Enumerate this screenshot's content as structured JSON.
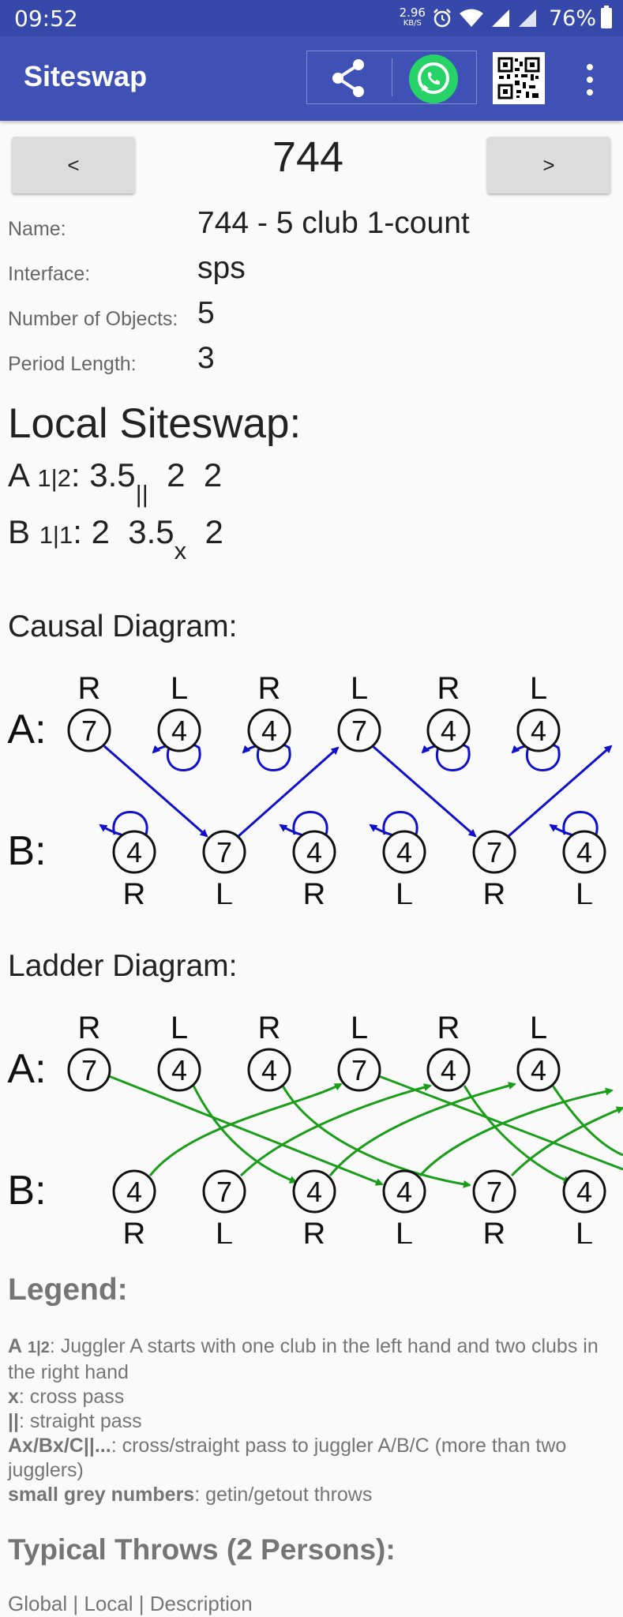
{
  "status_bar": {
    "time": "09:52",
    "speed_value": "2.96",
    "speed_unit": "KB/S",
    "battery": "76%"
  },
  "app_bar": {
    "title": "Siteswap",
    "icons": [
      "share-icon",
      "whatsapp-icon",
      "qr-code-icon",
      "more-vert-icon"
    ],
    "whatsapp_color": "#25d366"
  },
  "nav": {
    "prev_label": "<",
    "next_label": ">",
    "siteswap": "744"
  },
  "info": {
    "name_label": "Name:",
    "name_value": "744 - 5 club 1-count",
    "interface_label": "Interface:",
    "interface_value": "sps",
    "objects_label": "Number of Objects:",
    "objects_value": "5",
    "period_label": "Period Length:",
    "period_value": "3"
  },
  "local": {
    "heading": "Local Siteswap:",
    "rows": [
      {
        "juggler": "A",
        "hands": "1|2",
        "throws": [
          {
            "value": "3.5",
            "sub": "||"
          },
          {
            "value": "2",
            "sub": ""
          },
          {
            "value": "2",
            "sub": ""
          }
        ]
      },
      {
        "juggler": "B",
        "hands": "1|1",
        "throws": [
          {
            "value": "2",
            "sub": ""
          },
          {
            "value": "3.5",
            "sub": "x"
          },
          {
            "value": "2",
            "sub": ""
          }
        ]
      }
    ]
  },
  "causal": {
    "heading": "Causal Diagram:",
    "row_a_label": "A:",
    "row_b_label": "B:",
    "a_hands": [
      "R",
      "L",
      "R",
      "L",
      "R",
      "L"
    ],
    "a_nodes": [
      "7",
      "4",
      "4",
      "7",
      "4",
      "4"
    ],
    "b_nodes": [
      "4",
      "7",
      "4",
      "4",
      "7",
      "4"
    ],
    "b_hands": [
      "R",
      "L",
      "R",
      "L",
      "R",
      "L"
    ],
    "color": "#1010cc"
  },
  "ladder": {
    "heading": "Ladder Diagram:",
    "row_a_label": "A:",
    "row_b_label": "B:",
    "a_hands": [
      "R",
      "L",
      "R",
      "L",
      "R",
      "L"
    ],
    "a_nodes": [
      "7",
      "4",
      "4",
      "7",
      "4",
      "4"
    ],
    "b_nodes": [
      "4",
      "7",
      "4",
      "4",
      "7",
      "4"
    ],
    "b_hands": [
      "R",
      "L",
      "R",
      "L",
      "R",
      "L"
    ],
    "color": "#1a9e1a"
  },
  "legend": {
    "heading": "Legend:",
    "item1_key_a": "A",
    "item1_key_hands": "1|2",
    "item1_text": ": Juggler A starts with one club in the left hand and two clubs in the right hand",
    "item2_key": "x",
    "item2_text": ": cross pass",
    "item3_key": "||",
    "item3_text": ": straight pass",
    "item4_key": "Ax/Bx/C||...",
    "item4_text": ": cross/straight pass to juggler A/B/C (more than two jugglers)",
    "item5_key": "small grey numbers",
    "item5_text": ": getin/getout throws"
  },
  "typical": {
    "heading": "Typical Throws (2 Persons):",
    "columns": "Global | Local | Description"
  }
}
